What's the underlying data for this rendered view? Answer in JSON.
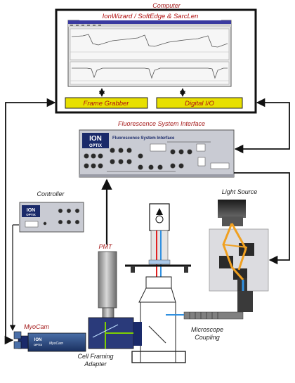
{
  "labels": {
    "computer": "Computer",
    "software": "IonWizard / SoftEdge & SarcLen",
    "frame_grabber": "Frame Grabber",
    "digital_io": "Digital I/O",
    "fluorescence_interface": "Fluorescence System Interface",
    "controller": "Controller",
    "light_source": "Light Source",
    "pmt": "PMT",
    "myocam": "MyoCam",
    "microscope_coupling_line1": "Microscope",
    "microscope_coupling_line2": "Coupling",
    "cell_framing_line1": "Cell Framing",
    "cell_framing_line2": "Adapter"
  },
  "device_text": {
    "interface_logo_top": "ION",
    "interface_logo_bottom": "OPTIX",
    "interface_panel_title": "Fluorescence System Interface",
    "controller_logo_top": "ION",
    "controller_logo_bottom": "OPTIX",
    "myocam_logo_top": "ION",
    "myocam_logo_bottom": "OPTIX",
    "myocam_name": "MyoCam"
  },
  "colors": {
    "label_red": "#a51c1c",
    "yellow_box": "#e8e000",
    "monitor_border": "#111111",
    "device_gray": "#c9cbd3",
    "laser_red": "#e02020",
    "beam_green": "#7fd000",
    "beam_blue": "#3090e0",
    "beam_orange": "#f0a020"
  }
}
